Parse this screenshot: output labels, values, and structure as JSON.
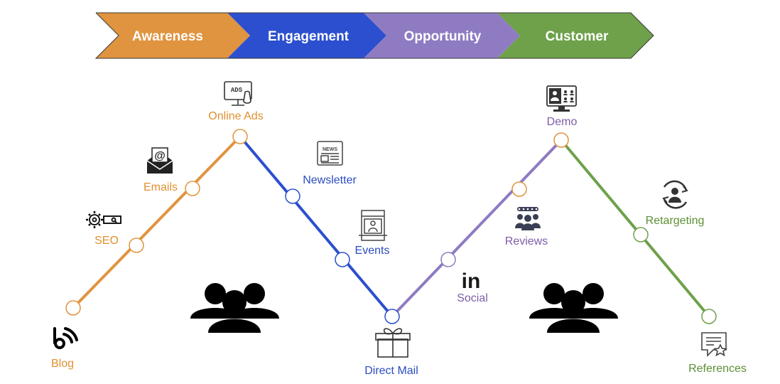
{
  "phases": [
    {
      "label": "Awareness",
      "color": "#e0943f"
    },
    {
      "label": "Engagement",
      "color": "#2b4fcf"
    },
    {
      "label": "Opportunity",
      "color": "#8e7bc2"
    },
    {
      "label": "Customer",
      "color": "#6ea14a"
    }
  ],
  "touchpoints": {
    "blog": "Blog",
    "seo": "SEO",
    "emails": "Emails",
    "online_ads": "Online Ads",
    "newsletter": "Newsletter",
    "events": "Events",
    "direct_mail": "Direct Mail",
    "social": "Social",
    "reviews": "Reviews",
    "demo": "Demo",
    "retargeting": "Retargeting",
    "references": "References"
  },
  "icon_text": {
    "ads": "ADS",
    "news": "NEWS",
    "linkedin": "in"
  },
  "colors": {
    "awareness_line": "#e0943f",
    "engagement_line": "#2b4fcf",
    "opportunity_line": "#8e7bc2",
    "customer_line": "#6ea14a",
    "icon": "#333333"
  }
}
